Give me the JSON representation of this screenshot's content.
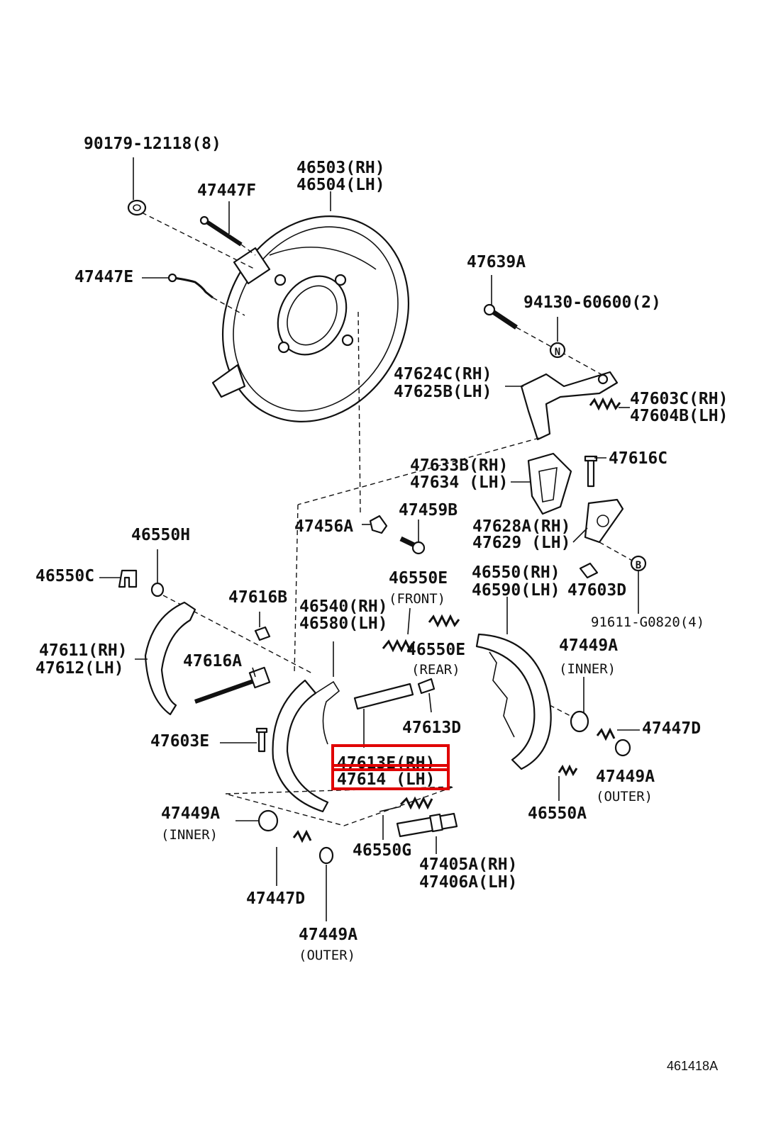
{
  "labels": {
    "p_90179": "90179-12118(8)",
    "p_47447f": "47447F",
    "p_46503": "46503(RH)",
    "p_46504": "46504(LH)",
    "p_47447e": "47447E",
    "p_47639a": "47639A",
    "p_94130": "94130-60600(2)",
    "p_47624c": "47624C(RH)",
    "p_47625b": "47625B(LH)",
    "p_47603c": "47603C(RH)",
    "p_47604b": "47604B(LH)",
    "p_47633b": "47633B(RH)",
    "p_47634": "47634  (LH)",
    "p_47616c": "47616C",
    "p_47459b": "47459B",
    "p_47456a": "47456A",
    "p_47628a": "47628A(RH)",
    "p_47629": "47629  (LH)",
    "p_46550h": "46550H",
    "p_46550c": "46550C",
    "p_46550e_front": "46550E",
    "p_front": "(FRONT)",
    "p_46550": "46550(RH)",
    "p_46590": "46590(LH)",
    "p_47603d": "47603D",
    "p_47616b": "47616B",
    "p_46540": "46540(RH)",
    "p_46580": "46580(LH)",
    "p_91611": "91611-G0820(4)",
    "p_47611": "47611(RH)",
    "p_47612": "47612(LH)",
    "p_46550e_rear": "46550E",
    "p_rear": "(REAR)",
    "p_47449a_inner_r": "47449A",
    "p_inner_r": "(INNER)",
    "p_47616a": "47616A",
    "p_47613d": "47613D",
    "p_47447d_r": "47447D",
    "p_47603e": "47603E",
    "p_47613e": "47613E(RH)",
    "p_47614": "47614  (LH)",
    "p_47449a_outer_r": "47449A",
    "p_outer_r": "(OUTER)",
    "p_47449a_inner_l": "47449A",
    "p_inner_l": "(INNER)",
    "p_46550a": "46550A",
    "p_46550g": "46550G",
    "p_47405a": "47405A(RH)",
    "p_47406a": "47406A(LH)",
    "p_47447d_l": "47447D",
    "p_47449a_outer_l": "47449A",
    "p_outer_l": "(OUTER)",
    "figure_number": "461418A"
  },
  "highlight_color": "#e00000",
  "circled_letters": {
    "n": "N",
    "b": "B"
  }
}
